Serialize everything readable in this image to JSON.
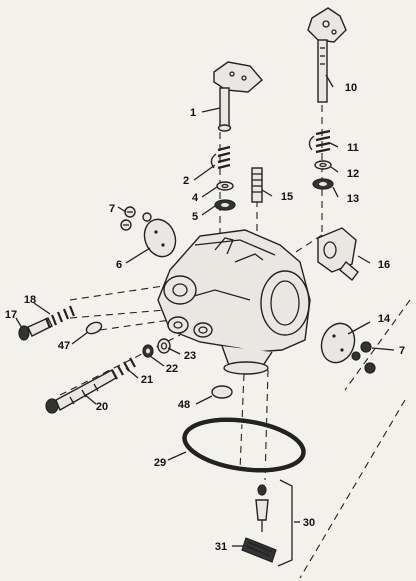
{
  "callouts": [
    {
      "id": "1",
      "label": "1"
    },
    {
      "id": "2",
      "label": "2"
    },
    {
      "id": "4",
      "label": "4"
    },
    {
      "id": "5",
      "label": "5"
    },
    {
      "id": "6",
      "label": "6"
    },
    {
      "id": "7a",
      "label": "7"
    },
    {
      "id": "7b",
      "label": "7"
    },
    {
      "id": "10",
      "label": "10"
    },
    {
      "id": "11",
      "label": "11"
    },
    {
      "id": "12",
      "label": "12"
    },
    {
      "id": "13",
      "label": "13"
    },
    {
      "id": "14",
      "label": "14"
    },
    {
      "id": "15",
      "label": "15"
    },
    {
      "id": "16",
      "label": "16"
    },
    {
      "id": "17",
      "label": "17"
    },
    {
      "id": "18",
      "label": "18"
    },
    {
      "id": "20",
      "label": "20"
    },
    {
      "id": "21",
      "label": "21"
    },
    {
      "id": "22",
      "label": "22"
    },
    {
      "id": "23",
      "label": "23"
    },
    {
      "id": "29",
      "label": "29"
    },
    {
      "id": "30",
      "label": "30"
    },
    {
      "id": "31",
      "label": "31"
    },
    {
      "id": "47",
      "label": "47"
    },
    {
      "id": "48",
      "label": "48"
    }
  ]
}
